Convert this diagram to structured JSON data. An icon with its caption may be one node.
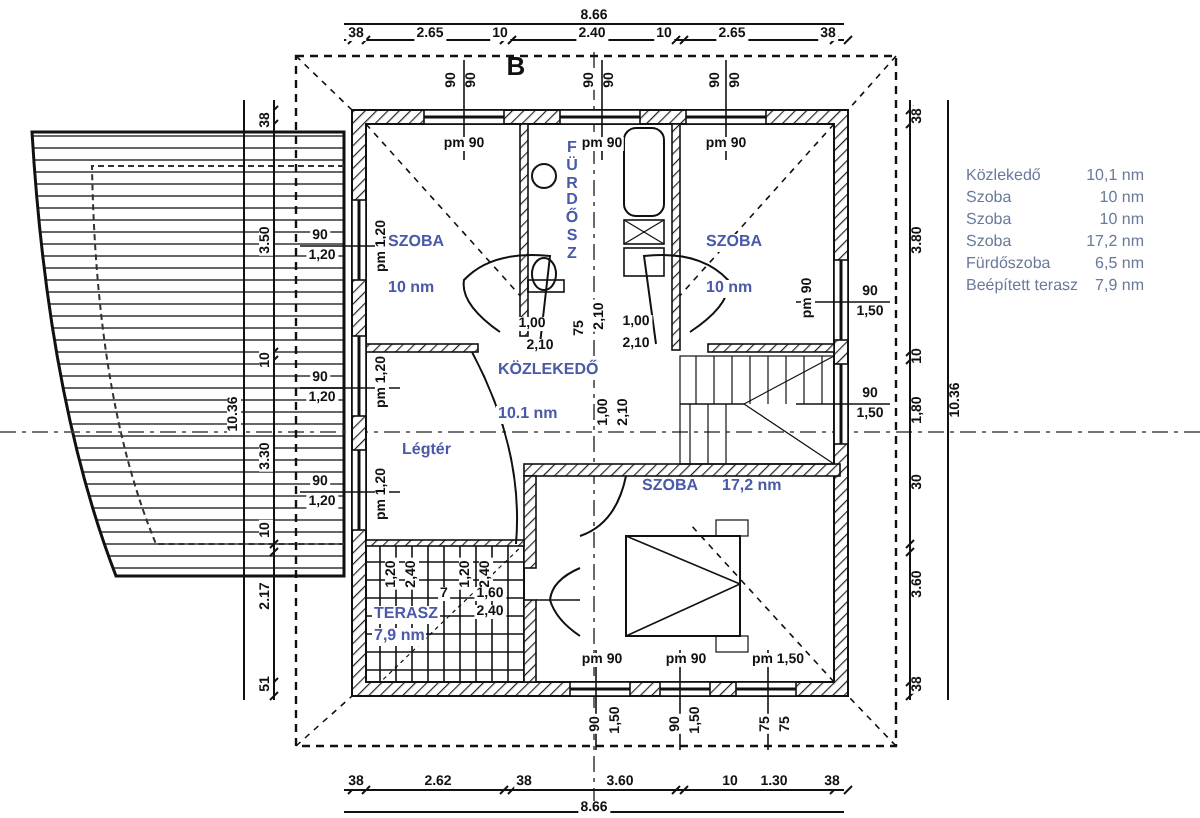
{
  "diagram": {
    "nodes": [
      {
        "text": [
          "SZOBA",
          "10 nm"
        ]
      },
      {
        "text": [
          "FÜRDŐSZ"
        ]
      },
      {
        "text": [
          "SZOBA",
          "10 nm"
        ]
      },
      {
        "text": [
          "KÖZLEKEDŐ",
          "10.1 nm"
        ]
      },
      {
        "text": [
          "Légtér"
        ]
      },
      {
        "text": [
          "SZOBA",
          "17,2 nm"
        ]
      },
      {
        "text": [
          "TERASZ",
          "7,9 nm"
        ]
      }
    ],
    "labels": [
      "8.66",
      "38",
      "2.65",
      "10",
      "2.40",
      "10",
      "2.65",
      "38",
      "B",
      "90",
      "90",
      "90",
      "90",
      "90",
      "90",
      "pm 90",
      "pm 90",
      "pm 90",
      "38",
      "3.50",
      "10",
      "3.30",
      "10",
      "2.17",
      "51",
      "10.36",
      "90",
      "1,20",
      "pm 1,20",
      "90",
      "1,20",
      "pm 1,20",
      "90",
      "1,20",
      "pm 1,20",
      "pm 90",
      "90",
      "1,50",
      "90",
      "1,50",
      "38",
      "3.80",
      "10",
      "1,80",
      "30",
      "3.60",
      "38",
      "10.36",
      "1,00",
      "2,10",
      "75",
      "2,10",
      "1,00",
      "2,10",
      "1,00",
      "2,10",
      "1,20",
      "2,40",
      "1,20",
      "2,40",
      "7",
      "1,60",
      "2,40",
      "pm 90",
      "pm 90",
      "pm 1,50",
      "90",
      "1,50",
      "90",
      "1,50",
      "75",
      "75",
      "38",
      "2.62",
      "38",
      "3.60",
      "10",
      "1.30",
      "38",
      "8.66",
      "Közlekedő",
      "10,1 nm",
      "Szoba",
      "10 nm",
      "Szoba",
      "10 nm",
      "Szoba",
      "17,2 nm",
      "Fürdőszoba",
      "6,5 nm",
      "Beépített terasz",
      "7,9 nm"
    ]
  }
}
